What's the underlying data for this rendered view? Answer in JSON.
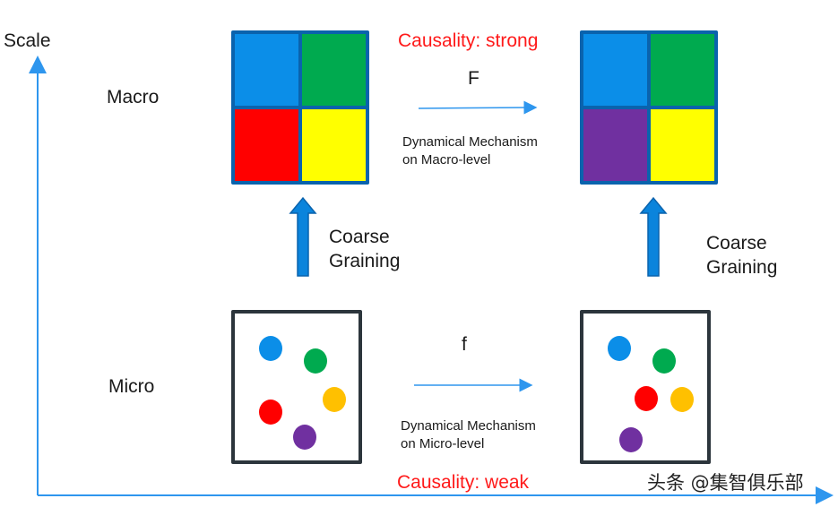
{
  "axis": {
    "y_label": "Scale",
    "axis_color": "#2e96ee"
  },
  "levels": {
    "macro": "Macro",
    "micro": "Micro"
  },
  "causality": {
    "strong": "Causality: strong",
    "weak": "Causality: weak",
    "color": "#ff1a1a"
  },
  "macro_transition": {
    "symbol": "F",
    "description_line1": "Dynamical Mechanism",
    "description_line2": "on Macro-level"
  },
  "micro_transition": {
    "symbol": "f",
    "description_line1": "Dynamical Mechanism",
    "description_line2": "on Micro-level"
  },
  "coarse_graining": {
    "line1": "Coarse",
    "line2": "Graining"
  },
  "macro_states": [
    {
      "name": "macro-state-before",
      "cells": [
        {
          "label": "top-left",
          "color": "#0b8ee8"
        },
        {
          "label": "top-right",
          "color": "#00aa4f"
        },
        {
          "label": "bottom-left",
          "color": "#ff0000"
        },
        {
          "label": "bottom-right",
          "color": "#ffff00"
        }
      ]
    },
    {
      "name": "macro-state-after",
      "cells": [
        {
          "label": "top-left",
          "color": "#0b8ee8"
        },
        {
          "label": "top-right",
          "color": "#00aa4f"
        },
        {
          "label": "bottom-left",
          "color": "#7030a0"
        },
        {
          "label": "bottom-right",
          "color": "#ffff00"
        }
      ]
    }
  ],
  "micro_states": [
    {
      "name": "micro-state-before",
      "particles": [
        {
          "label": "blue",
          "color": "#0b8ee8"
        },
        {
          "label": "green",
          "color": "#00aa4f"
        },
        {
          "label": "yellow",
          "color": "#ffc000"
        },
        {
          "label": "red",
          "color": "#ff0000"
        },
        {
          "label": "purple",
          "color": "#7030a0"
        }
      ]
    },
    {
      "name": "micro-state-after",
      "particles": [
        {
          "label": "blue",
          "color": "#0b8ee8"
        },
        {
          "label": "green",
          "color": "#00aa4f"
        },
        {
          "label": "red",
          "color": "#ff0000"
        },
        {
          "label": "yellow",
          "color": "#ffc000"
        },
        {
          "label": "purple",
          "color": "#7030a0"
        }
      ]
    }
  ],
  "watermark": "头条 @集智俱乐部"
}
